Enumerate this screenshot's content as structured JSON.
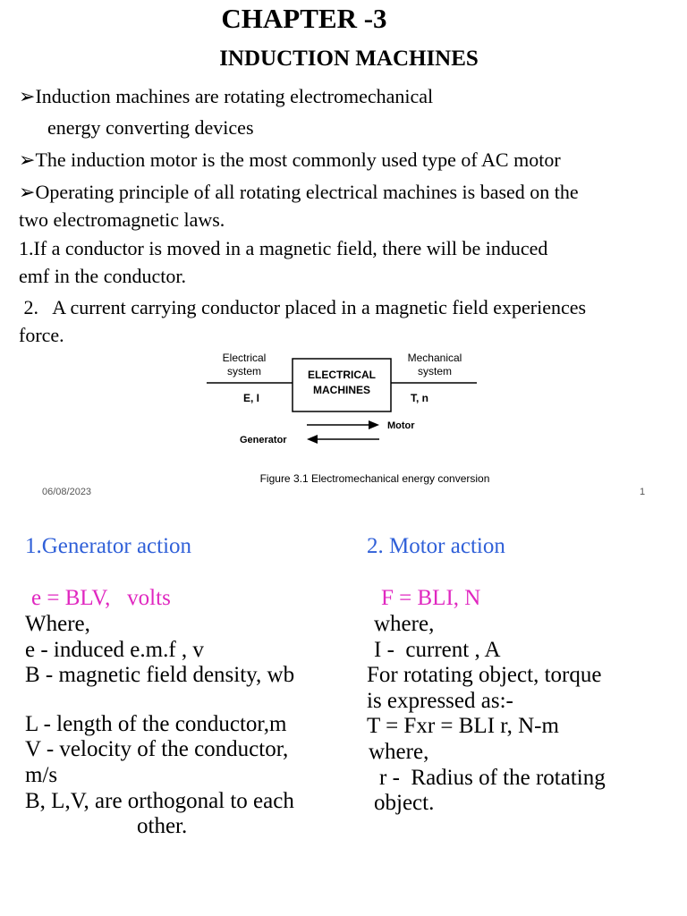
{
  "slide1": {
    "chapter": "CHAPTER -3",
    "title": "INDUCTION MACHINES",
    "bullet1_line1": "Induction machines are rotating electromechanical",
    "bullet1_line2": "energy converting devices",
    "bullet2": "The induction motor is the most commonly used type of AC  motor",
    "bullet3_line1": "Operating principle of all rotating electrical machines is based on the",
    "bullet3_line2": "two electromagnetic laws.",
    "law1_line1": "1.If a conductor  is moved in a magnetic field, there will be induced",
    "law1_line2": "emf in the conductor.",
    "law2_line1": " 2.   A current carrying conductor placed in a magnetic field experiences",
    "law2_line2": "force.",
    "bullet_glyph": "➢"
  },
  "figure": {
    "electrical_label_1": "Electrical",
    "electrical_label_2": "system",
    "electrical_vars": "E, I",
    "box_line1": "ELECTRICAL",
    "box_line2": "MACHINES",
    "mechanical_label_1": "Mechanical",
    "mechanical_label_2": "system",
    "mechanical_vars": "T, n",
    "motor": "Motor",
    "generator": "Generator",
    "caption": "Figure 3.1 Electromechanical energy conversion"
  },
  "footer": {
    "date": "06/08/2023",
    "page": "1"
  },
  "slide2": {
    "left": {
      "heading": "1.Generator action",
      "formula": "e = BLV,   volts",
      "lines": [
        "Where,",
        "e - induced e.m.f , v",
        "B - magnetic field density, wb",
        "L - length of the conductor,m",
        "V - velocity of the conductor,",
        "m/s",
        "B, L,V, are orthogonal to each",
        "other."
      ]
    },
    "right": {
      "heading": "2. Motor  action",
      "formula": "F = BLI, N",
      "lines": [
        "where,",
        "I -  current , A",
        "For rotating object, torque",
        "is expressed as:-",
        "T = Fxr = BLI r, N-m",
        "where,",
        "r -  Radius of the rotating",
        "object."
      ]
    }
  },
  "colors": {
    "heading_blue": "#3060d8",
    "formula_magenta": "#e028c0"
  }
}
